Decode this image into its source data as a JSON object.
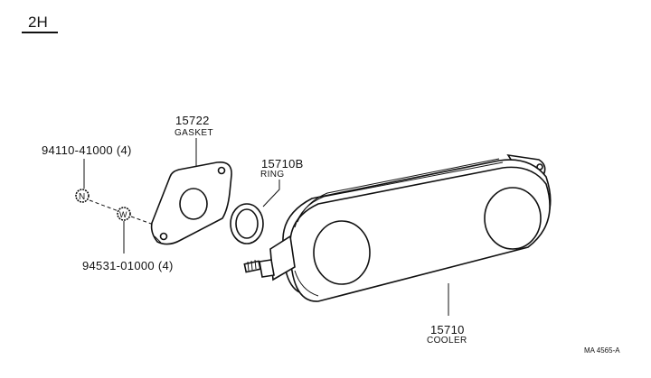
{
  "page": {
    "section_code": "2H",
    "figure_ref": "MA 4565-A"
  },
  "parts": [
    {
      "key": "nut",
      "number": "94110-41000 (4)",
      "name": "",
      "symbol": "N"
    },
    {
      "key": "washer",
      "number": "94531-01000 (4)",
      "name": "",
      "symbol": "W"
    },
    {
      "key": "gasket",
      "number": "15722",
      "name": "GASKET"
    },
    {
      "key": "ring",
      "number": "15710B",
      "name": "RING"
    },
    {
      "key": "cooler",
      "number": "15710",
      "name": "COOLER"
    }
  ]
}
